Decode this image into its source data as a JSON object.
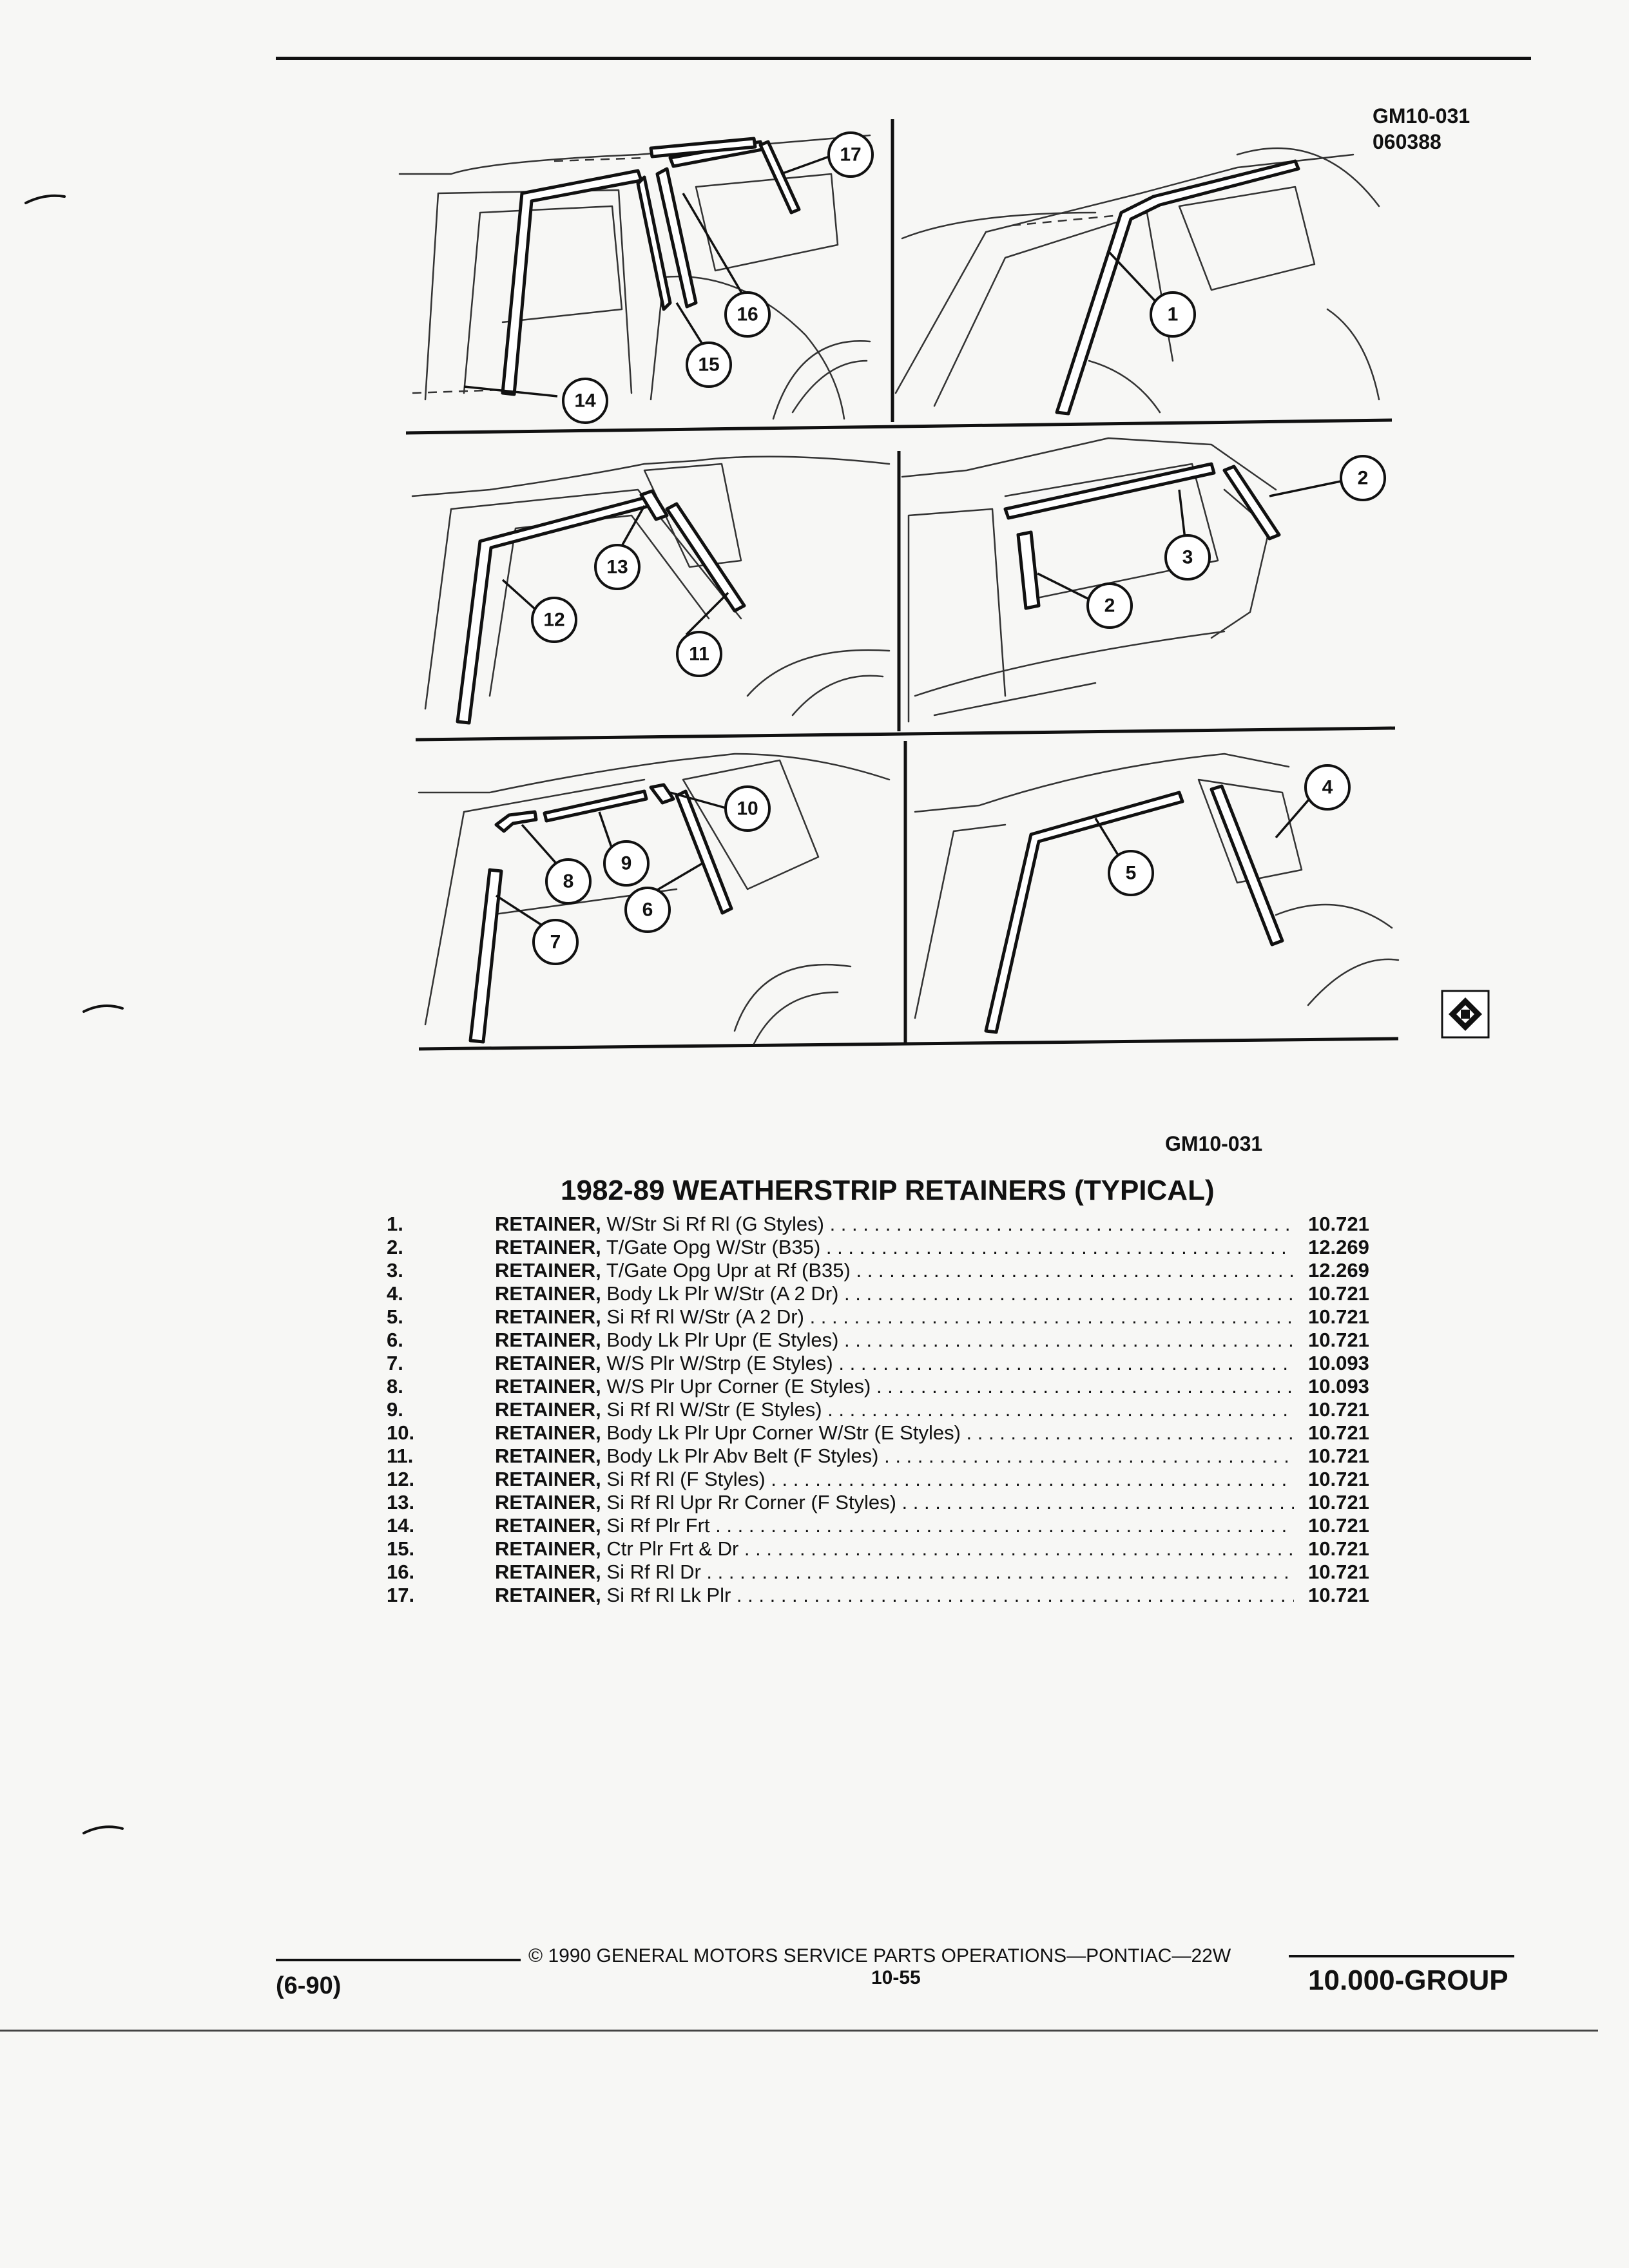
{
  "header": {
    "code": "GM10-031",
    "number": "060388"
  },
  "illustration": {
    "caption": "GM10-031",
    "callouts": [
      "1",
      "2",
      "3",
      "4",
      "5",
      "6",
      "7",
      "8",
      "9",
      "10",
      "11",
      "12",
      "13",
      "14",
      "15",
      "16",
      "17"
    ],
    "logo": "diamond-logo-icon"
  },
  "section": {
    "title": "1982-89 WEATHERSTRIP RETAINERS (TYPICAL)"
  },
  "parts": [
    {
      "num": "1.",
      "name": "RETAINER,",
      "desc": "W/Str Si Rf Rl (G Styles)",
      "group": "10.721"
    },
    {
      "num": "2.",
      "name": "RETAINER,",
      "desc": "T/Gate Opg W/Str (B35)",
      "group": "12.269"
    },
    {
      "num": "3.",
      "name": "RETAINER,",
      "desc": "T/Gate Opg Upr at Rf (B35)",
      "group": "12.269"
    },
    {
      "num": "4.",
      "name": "RETAINER,",
      "desc": "Body Lk Plr W/Str (A 2 Dr)",
      "group": "10.721"
    },
    {
      "num": "5.",
      "name": "RETAINER,",
      "desc": "Si Rf Rl W/Str (A 2 Dr)",
      "group": "10.721"
    },
    {
      "num": "6.",
      "name": "RETAINER,",
      "desc": "Body Lk Plr Upr (E Styles)",
      "group": "10.721"
    },
    {
      "num": "7.",
      "name": "RETAINER,",
      "desc": "W/S Plr W/Strp (E Styles)",
      "group": "10.093"
    },
    {
      "num": "8.",
      "name": "RETAINER,",
      "desc": "W/S Plr Upr Corner (E Styles)",
      "group": "10.093"
    },
    {
      "num": "9.",
      "name": "RETAINER,",
      "desc": "Si Rf Rl W/Str (E Styles)",
      "group": "10.721"
    },
    {
      "num": "10.",
      "name": "RETAINER,",
      "desc": "Body Lk Plr Upr Corner W/Str (E Styles)",
      "group": "10.721"
    },
    {
      "num": "11.",
      "name": "RETAINER,",
      "desc": "Body Lk Plr Abv Belt (F Styles)",
      "group": "10.721"
    },
    {
      "num": "12.",
      "name": "RETAINER,",
      "desc": "Si Rf Rl (F Styles)",
      "group": "10.721"
    },
    {
      "num": "13.",
      "name": "RETAINER,",
      "desc": "Si Rf Rl Upr Rr Corner (F Styles)",
      "group": "10.721"
    },
    {
      "num": "14.",
      "name": "RETAINER,",
      "desc": "Si Rf Plr Frt",
      "group": "10.721"
    },
    {
      "num": "15.",
      "name": "RETAINER,",
      "desc": "Ctr Plr Frt & Dr",
      "group": "10.721"
    },
    {
      "num": "16.",
      "name": "RETAINER,",
      "desc": "Si Rf Rl Dr",
      "group": "10.721"
    },
    {
      "num": "17.",
      "name": "RETAINER,",
      "desc": "Si Rf Rl Lk Plr",
      "group": "10.721"
    }
  ],
  "footer": {
    "copyright": "© 1990 GENERAL MOTORS SERVICE PARTS OPERATIONS—PONTIAC—22W",
    "page": "10-55",
    "date": "(6-90)",
    "group": "10.000-GROUP"
  }
}
